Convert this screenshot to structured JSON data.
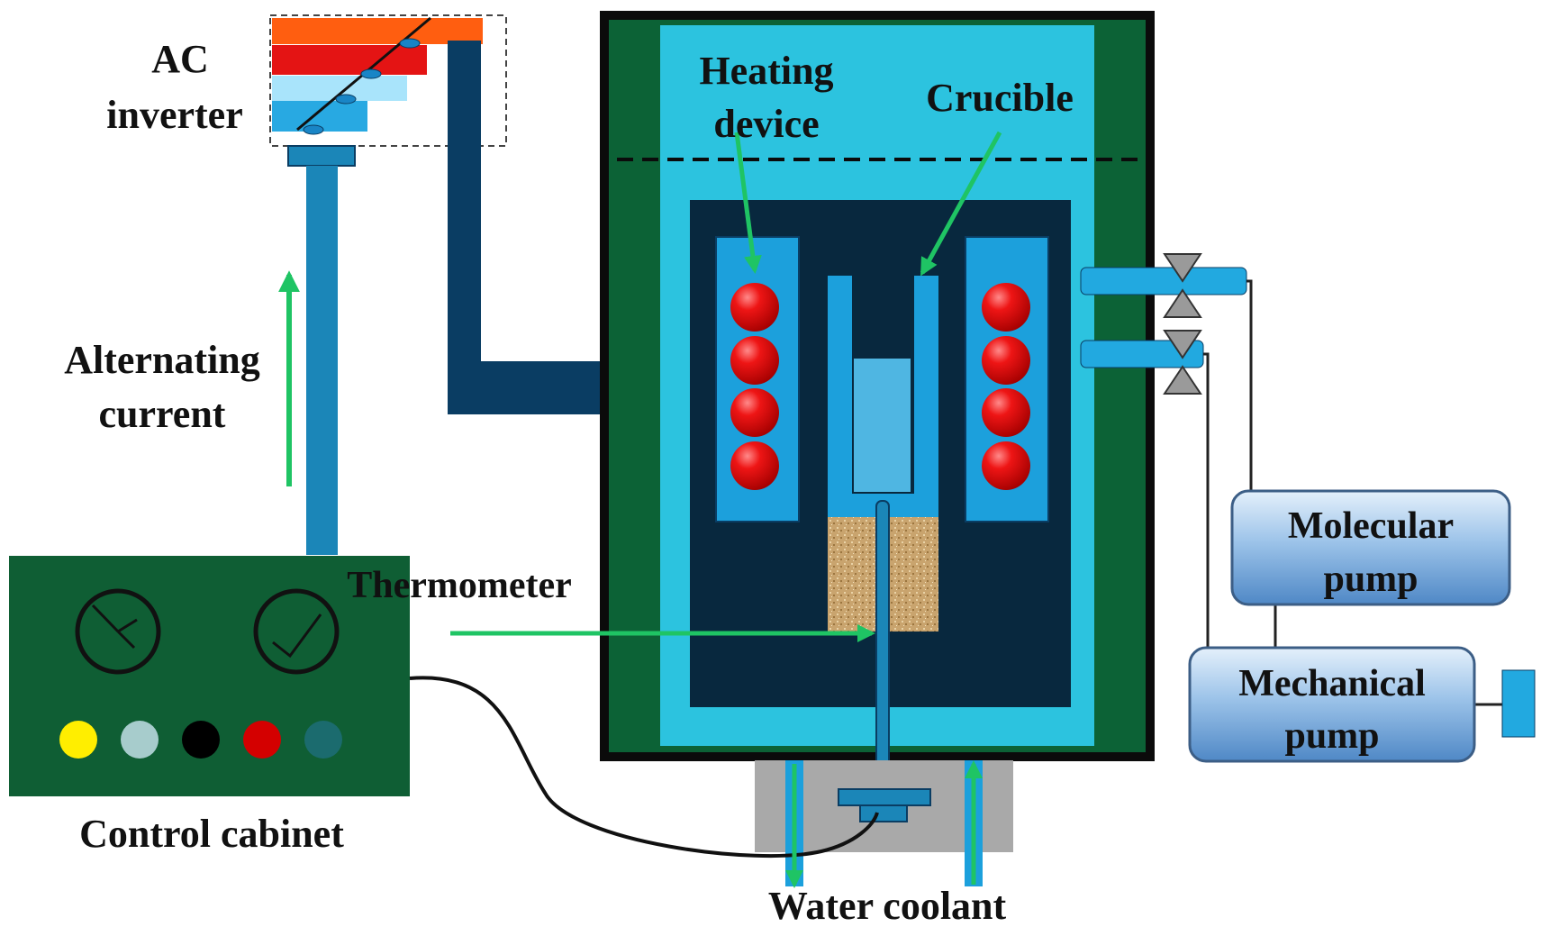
{
  "labels": {
    "ac_line1": "AC",
    "ac_line2": "inverter",
    "heating_line1": "Heating",
    "heating_line2": "device",
    "crucible": "Crucible",
    "alt_line1": "Alternating",
    "alt_line2": "current",
    "thermometer": "Thermometer",
    "molecular_line1": "Molecular",
    "molecular_line2": "pump",
    "mechanical_line1": "Mechanical",
    "mechanical_line2": "pump",
    "control_cabinet": "Control cabinet",
    "water_coolant": "Water coolant"
  },
  "colors": {
    "arrow_green": "#1fc464",
    "cabinet_green": "#0f5e34",
    "furnace_green": "#0c6236",
    "cyan_wall": "#2cc3df",
    "chamber_dark": "#08283e",
    "coil_blue": "#1ca0dc",
    "heating_ball_red": "#e01010",
    "power_cable": "#0a3d63",
    "pump_blue": "#7fb0de",
    "indicator_lights": [
      "#ffee00",
      "#a7cccc",
      "#000000",
      "#d40000",
      "#1b6b6e"
    ]
  }
}
